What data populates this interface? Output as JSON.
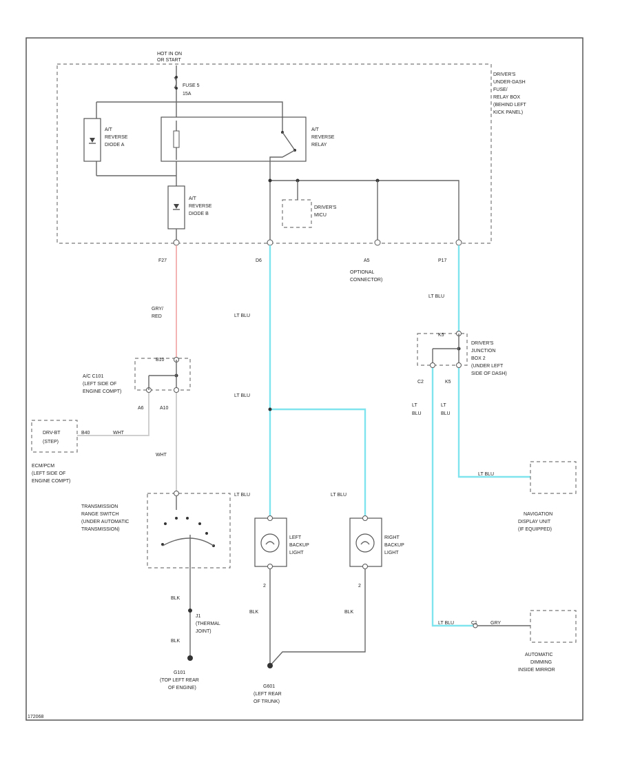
{
  "colors": {
    "light_blue_wire": "#7fe4ee",
    "red_wire": "#f0a0a0",
    "grey_wire": "#cfcfcf",
    "frame": "#555555"
  },
  "header": {
    "power_source": "HOT IN ON",
    "power_source_2": "OR START",
    "fuse_name": "FUSE 5",
    "fuse_rating": "15A"
  },
  "fuse_box_label": [
    "DRIVER'S",
    "UNDER-DASH",
    "FUSE/",
    "RELAY BOX",
    "(BEHIND LEFT",
    "KICK PANEL)"
  ],
  "components": {
    "diode_a": [
      "A/T",
      "REVERSE",
      "DIODE A"
    ],
    "relay": [
      "A/T",
      "REVERSE",
      "RELAY"
    ],
    "diode_b": [
      "A/T",
      "REVERSE",
      "DIODE B"
    ],
    "mcu": [
      "DRIVER'S",
      "MICU"
    ],
    "c101": [
      "A/C C101",
      "(LEFT SIDE OF",
      "ENGINE COMPT)"
    ],
    "ecm": [
      "ECM/PCM",
      "(LEFT SIDE OF",
      "ENGINE COMPT)"
    ],
    "ecm_box": [
      "DRV-BT",
      "(STEP)"
    ],
    "trans_switch": [
      "TRANSMISSION",
      "RANGE SWITCH",
      "(UNDER AUTOMATIC",
      "TRANSMISSION)"
    ],
    "left_backup": [
      "LEFT",
      "BACKUP",
      "LIGHT"
    ],
    "right_backup": [
      "RIGHT",
      "BACKUP",
      "LIGHT"
    ],
    "junction_box": [
      "DRIVER'S",
      "JUNCTION",
      "BOX 2",
      "(UNDER LEFT",
      "SIDE OF DASH)"
    ],
    "nav_unit": [
      "NAVIGATION",
      "DISPLAY UNIT",
      "(IF EQUIPPED)"
    ],
    "mirror": [
      "AUTOMATIC",
      "DIMMING",
      "INSIDE MIRROR"
    ],
    "optional_conn": [
      "OPTIONAL",
      "CONNECTOR)"
    ],
    "g101": [
      "G101",
      "(TOP LEFT REAR",
      "OF ENGINE)"
    ],
    "g601": [
      "G601",
      "(LEFT REAR",
      "OF TRUNK)"
    ],
    "thermal_joint": [
      "J1",
      "(THERMAL",
      "JOINT)"
    ]
  },
  "pins": {
    "f27": "F27",
    "d6": "D6",
    "a5": "A5",
    "p17": "P17",
    "b10": "B10",
    "a6": "A6",
    "a10": "A10",
    "b40": "B40",
    "c2": "C2",
    "k5": "K5",
    "pin2_left": "2",
    "pin2_right": "2",
    "pin1_c": "C1",
    "pin_c1": "C1"
  },
  "wire_labels": {
    "gry_red_1": "GRY/",
    "gry_red_2": "RED",
    "wht": "WHT",
    "wht_short": "WHT",
    "ltblu_1": "LT BLU",
    "ltblu_2": "LT BLU",
    "ltblu_3": "LT BLU",
    "ltblu_4": "LT BLU",
    "ltblu_5": "LT BLU",
    "ltblu_split_a": "LT",
    "ltblu_split_a2": "BLU",
    "ltblu_split_b": "LT",
    "ltblu_split_b2": "BLU",
    "ltblu_nav": "LT BLU",
    "ltblu_mirror": "LT BLU",
    "gry": "GRY",
    "blk_1": "BLK",
    "blk_2": "BLK",
    "blk_3": "BLK",
    "blk_4": "BLK"
  },
  "footer_code": "172068"
}
